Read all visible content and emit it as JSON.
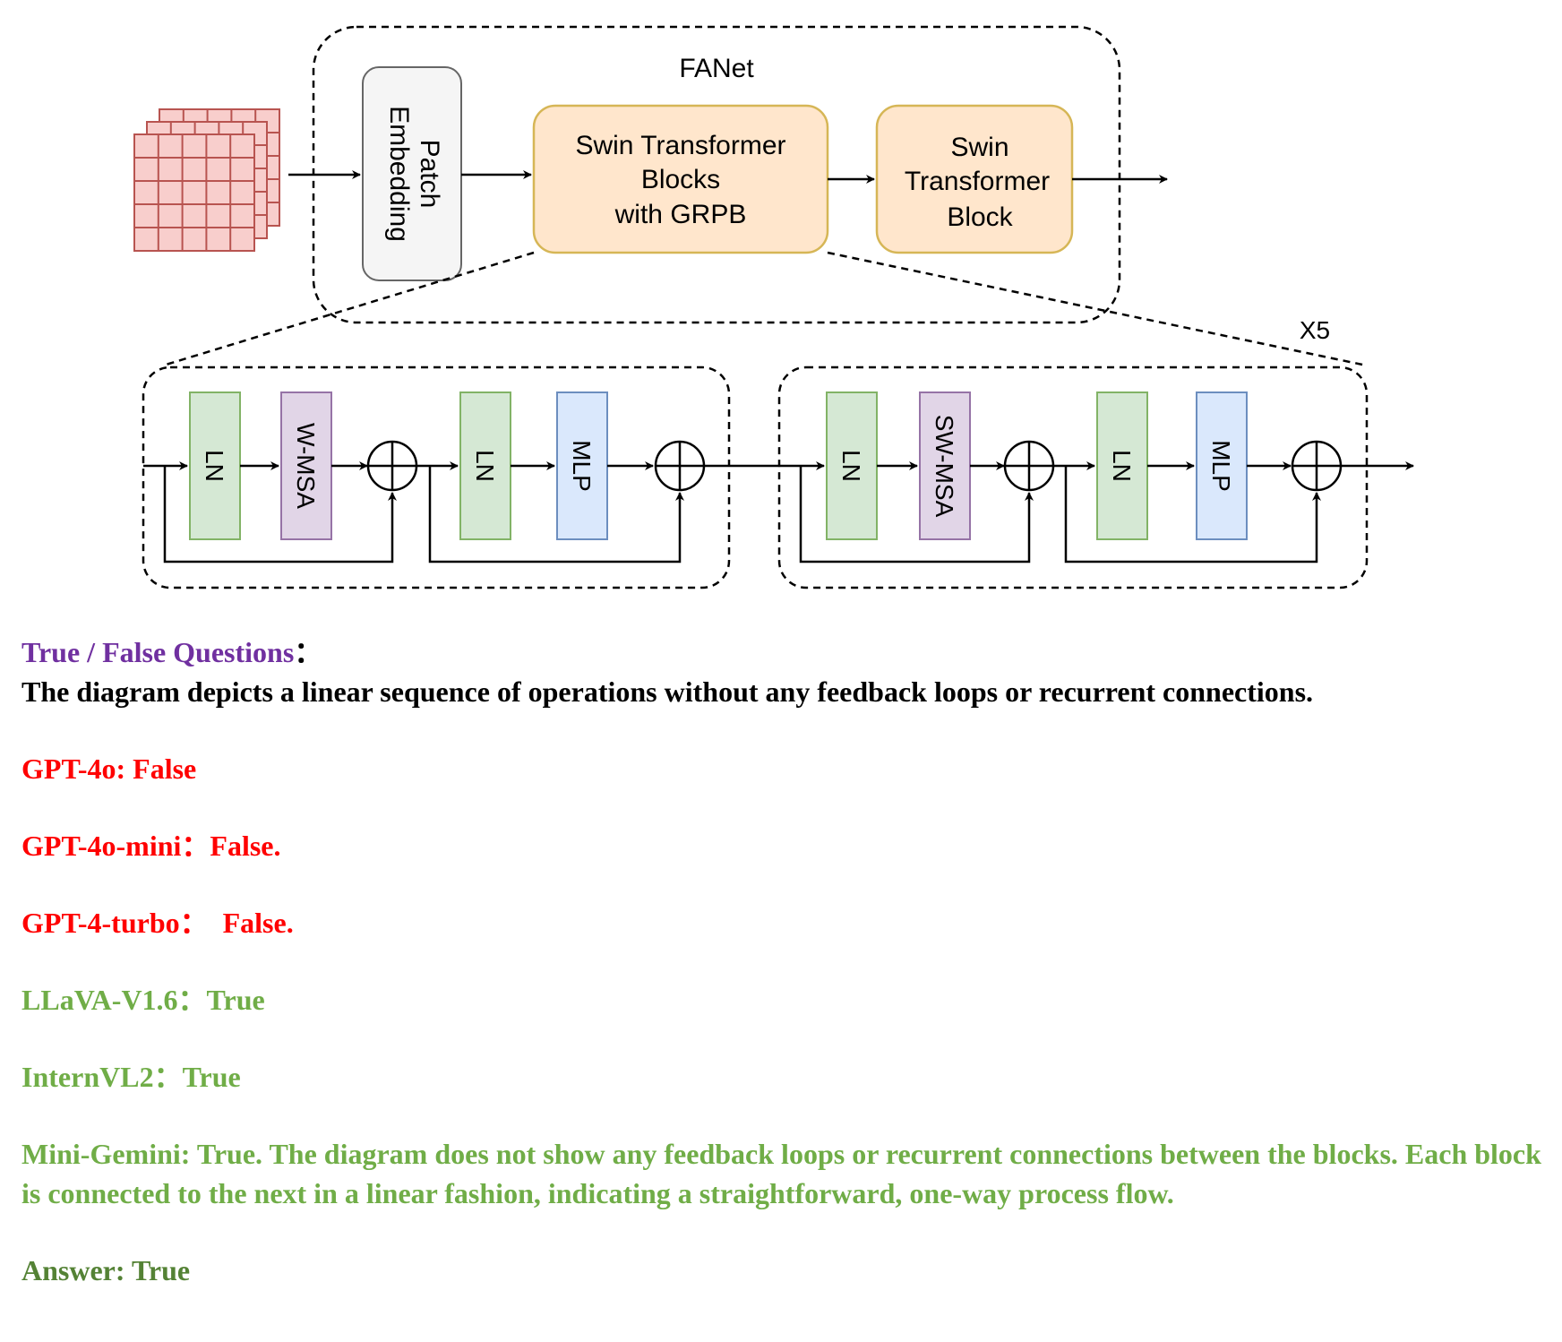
{
  "colors": {
    "question_label": "#7030A0",
    "incorrect_answer": "#FF0000",
    "correct_answer": "#70AD47",
    "final_answer": "#548235",
    "patch_grid": "#F8CECC",
    "patch_grid_stroke": "#B85450",
    "patch_embedding_fill": "#F5F5F5",
    "swin_block_fill": "#FFE6CC",
    "swin_block_stroke": "#D6B656",
    "ln_fill": "#D5E8D4",
    "ln_stroke": "#82B366",
    "msa_fill": "#E1D5E7",
    "msa_stroke": "#9673A6",
    "mlp_fill": "#DAE8FC",
    "mlp_stroke": "#6C8EBF"
  },
  "diagram": {
    "fanet_label": "FANet",
    "patch_embedding_lines": [
      "Patch",
      "Embedding"
    ],
    "swin_blocks_grpb_lines": [
      "Swin Transformer",
      "Blocks",
      "with GRPB"
    ],
    "swin_block_lines": [
      "Swin",
      "Transformer",
      "Block"
    ],
    "repeat_label": "X5",
    "left_block": {
      "ln1": "LN",
      "attention": "W-MSA",
      "ln2": "LN",
      "mlp": "MLP"
    },
    "right_block": {
      "ln1": "LN",
      "attention": "SW-MSA",
      "ln2": "LN",
      "mlp": "MLP"
    },
    "icons": [
      "patch-grid-icon",
      "arrow-icon",
      "add-circle-icon"
    ]
  },
  "qa": {
    "question_label": "True / False Questions",
    "question_colon": "：",
    "statement": "The diagram depicts a linear sequence of operations without any feedback loops or recurrent connections.",
    "responses": [
      {
        "text": "GPT-4o: False",
        "verdict": "incorrect"
      },
      {
        "text": "GPT-4o-mini：False.",
        "verdict": "incorrect"
      },
      {
        "text": "GPT-4-turbo：  False.",
        "verdict": "incorrect"
      },
      {
        "text": "LLaVA-V1.6：True",
        "verdict": "correct"
      },
      {
        "text": "InternVL2：True",
        "verdict": "correct"
      },
      {
        "text": "Mini-Gemini: True. The diagram does not show any feedback loops or recurrent connections between the blocks. Each block is connected to the next in a linear fashion, indicating a straightforward, one-way process flow.",
        "verdict": "correct"
      }
    ],
    "answer": "Answer: True"
  }
}
